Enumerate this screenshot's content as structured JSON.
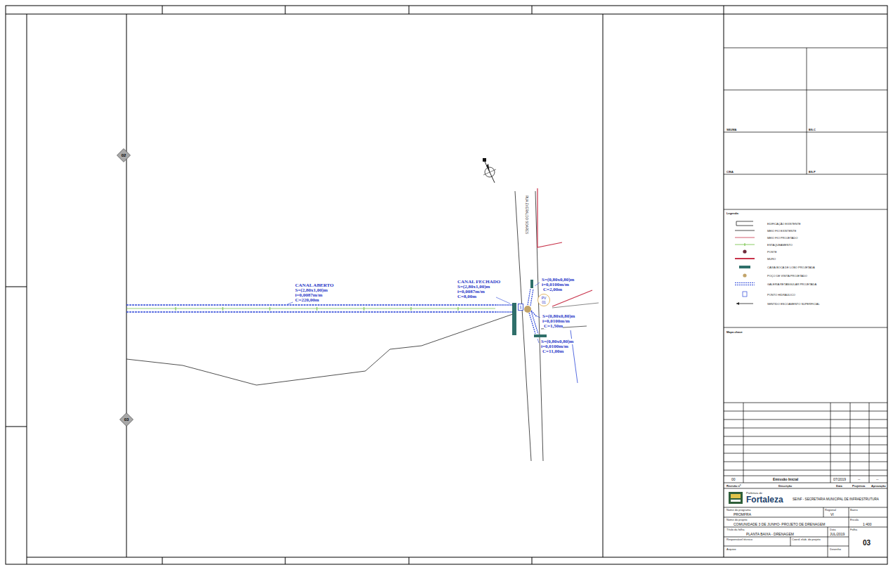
{
  "diagram": {
    "nodes": [
      {
        "text": [
          "02"
        ]
      },
      {
        "text": [
          "03"
        ]
      },
      {
        "text": [
          "PV",
          "01"
        ]
      },
      {
        "text": [
          "1"
        ]
      }
    ],
    "labels": [
      "CANAL ABERTO",
      "S=(2,80x1,00)m",
      "i=0,0087m/m",
      "C=220,00m",
      "CANAL FECHADO",
      "S=(2,80x1,00)m",
      "i=0,0087m/m",
      "C=8,00m",
      "S=(0,80x0,80)m",
      "i=0,0100m/m",
      "C=2,00m",
      "S=(0,80x0,80)m",
      "i=0,0100m/m",
      "C=1,50m",
      "S=(0,80x0,80)m",
      "i=0,0100m/m",
      "C=11,00m",
      "RUA EVERALDO SOARES",
      "SEUMA",
      "BS-C",
      "CINA",
      "BS-P",
      "Legenda:",
      "Mapa chave",
      "00",
      "Emissão Inicial",
      "07/2019",
      "--",
      "--",
      "Revisão nº",
      "Descrição",
      "Data",
      "Projetista",
      "Aprovação",
      "Prefeitura de",
      "Fortaleza",
      "SEINF - SECRETARIA MUNICIPAL DE INFRAESTRUTURA",
      "Nome do programa",
      "PROMFRA",
      "Regional",
      "VI",
      "Bairro",
      "Nome do projeto",
      "COMUNIDADE 3 DE JUNHO- PROJETO DE DRENAGEM",
      "Escala",
      "1:400",
      "Título da folha",
      "PLANTA BAIXA - DRENAGEM",
      "Data",
      "JUL/2019",
      "Folha",
      "03",
      "Responsável técnico",
      "Coord. elab. do projeto",
      "Arquivo",
      "Desenho"
    ],
    "legend": [
      {
        "text": "EDIFICAÇÃO EXISTENTE"
      },
      {
        "text": "MEIO FIO EXISTENTE"
      },
      {
        "text": "MEIO FIO PROJETADO"
      },
      {
        "text": "ESTAQUEAMENTO"
      },
      {
        "text": "POSTE",
        "color": "#6e2b3b"
      },
      {
        "text": "MURO"
      },
      {
        "text": "CAIXA BOCA DE LOBO PROJETADA",
        "color": "#2f6f6a"
      },
      {
        "text": "POÇO DE VISITA PROJETADO",
        "color": "#c2a46a"
      },
      {
        "text": "GALERIA RETANGULAR PROJETADA"
      },
      {
        "text": "PONTO HIDRÁULICO"
      },
      {
        "text": "SENTIDO ESCOAMENTO SUPERFICIAL"
      }
    ]
  }
}
